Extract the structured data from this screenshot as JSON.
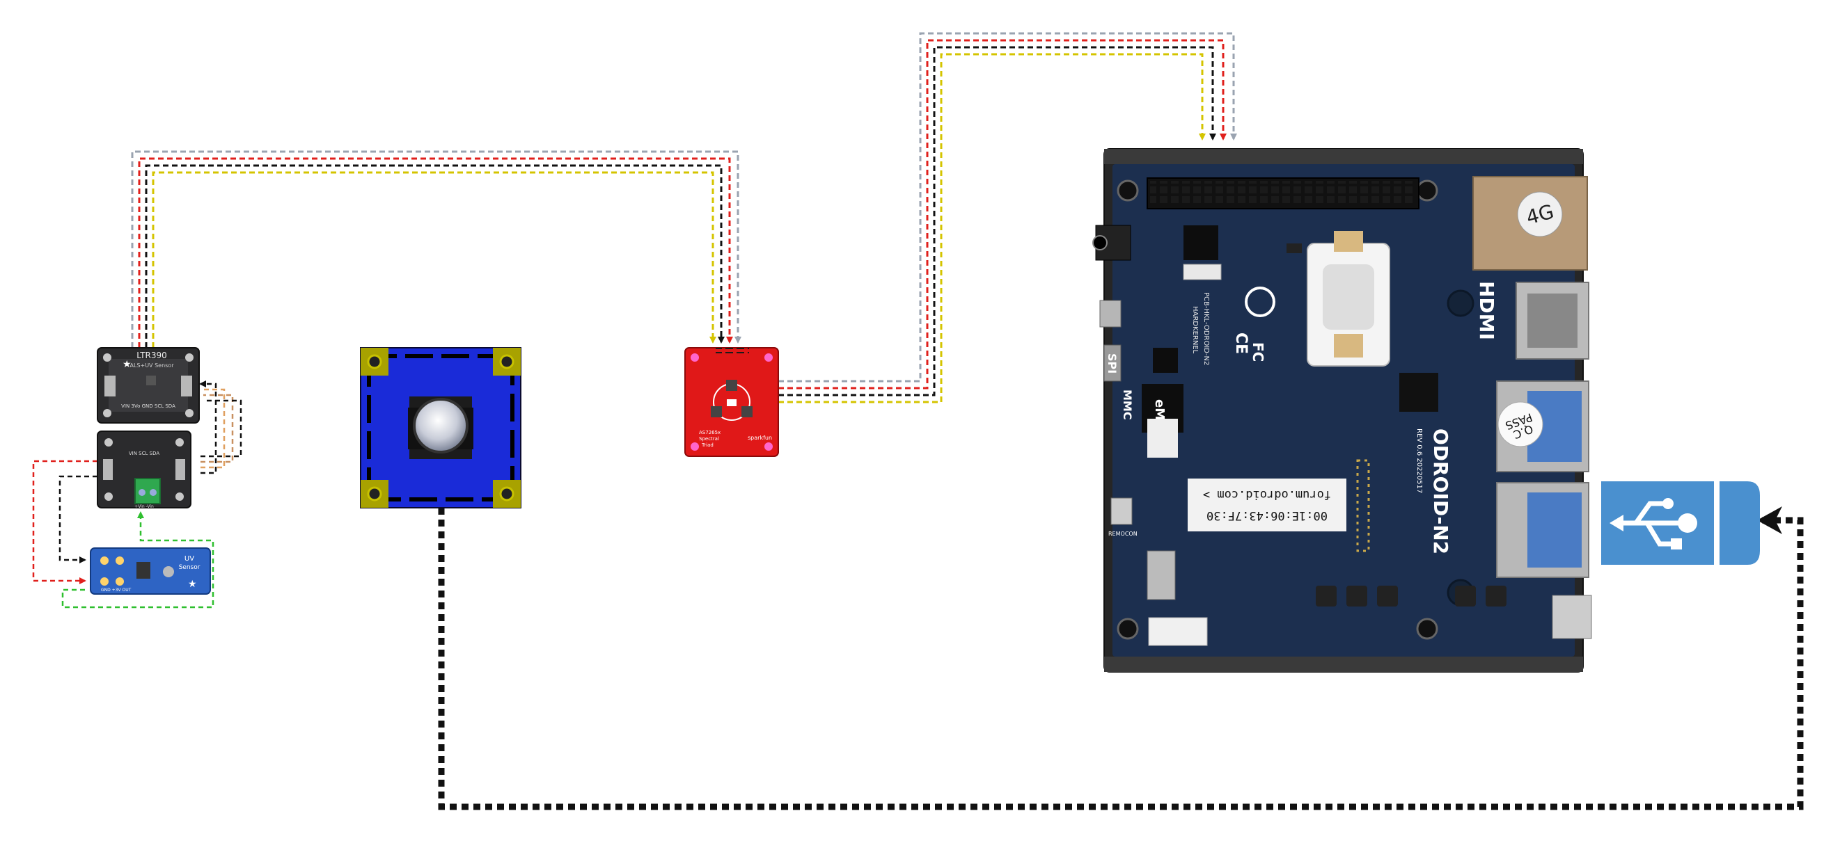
{
  "components": {
    "ltr390": {
      "title": "LTR390",
      "subtitle": "ALS+UV Sensor",
      "pins": "VIN 3Vo GND SCL SDA"
    },
    "adc": {
      "pins": "VIN SCL SDA",
      "labels": "+Vin -Vin"
    },
    "uv_sensor": {
      "title": "UV",
      "subtitle": "Sensor",
      "pins": "GND +3V OUT"
    },
    "spectral": {
      "line1": "AS7265x",
      "line2": "Spectral",
      "line3": "Triad",
      "brand": "sparkfun"
    },
    "odroid": {
      "model": "ODROID-N2",
      "rev": "REV 0.6 20220517",
      "pcb_id": "PCB-HKL-ODROID-N2",
      "maker": "HARDKERNEL",
      "emmc": "eMMC",
      "mmc": "MMC",
      "spi": "SPI",
      "remocon": "REMOCON",
      "hdmi": "HDMI",
      "ram": "4G",
      "qc_line1": "Q.C",
      "qc_line2": "PASS",
      "label_line1": "00:1E:06:43:7F:30",
      "label_line2": "forum.odroid.com >",
      "fc": "FC",
      "ce": "CE"
    }
  },
  "colors": {
    "wire_gray": "#9aa3b0",
    "wire_red": "#e0201c",
    "wire_black": "#111111",
    "wire_yellow": "#d4c400",
    "wire_orange": "#e0a060",
    "wire_green": "#2fbf2f",
    "usb_blue": "#4a90cf",
    "camera_blue": "#1a2bd8",
    "camera_olive": "#a8a200",
    "spectral_red": "#e01818",
    "board_navy": "#1c2f4f",
    "heatsink": "#2a2a2a"
  }
}
